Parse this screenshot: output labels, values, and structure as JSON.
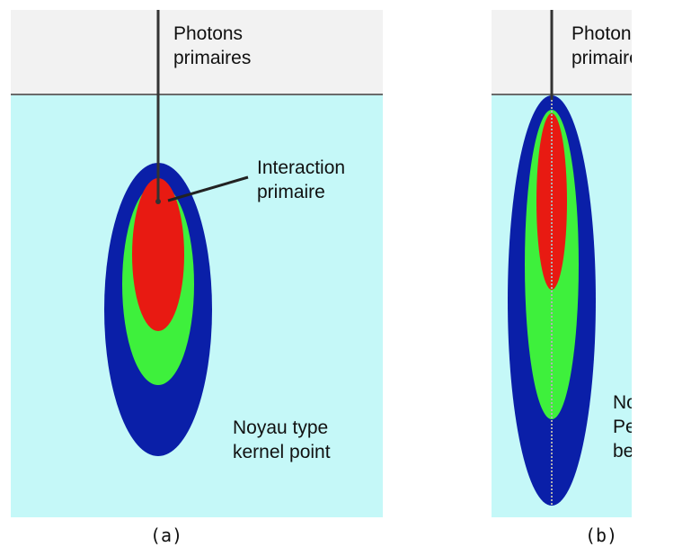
{
  "panel_a": {
    "label_photons_line1": "Photons",
    "label_photons_line2": "primaires",
    "label_interaction_line1": "Interaction",
    "label_interaction_line2": "primaire",
    "label_kernel_line1": "Noyau type",
    "label_kernel_line2": "kernel point",
    "caption": "(a)"
  },
  "panel_b": {
    "label_photons_line1": "Photons",
    "label_photons_line2": "primaires",
    "label_kernel_line1": "Noyau",
    "label_kernel_line2": "Pencil",
    "label_kernel_line3": "beam",
    "caption": "(b)"
  },
  "colors": {
    "background": "#f2f2f2",
    "water": "#c5f8f8",
    "outer_zone": "#0a1fa8",
    "middle_zone": "#3ef03c",
    "inner_zone": "#e81a12",
    "beam_line": "#333333"
  }
}
